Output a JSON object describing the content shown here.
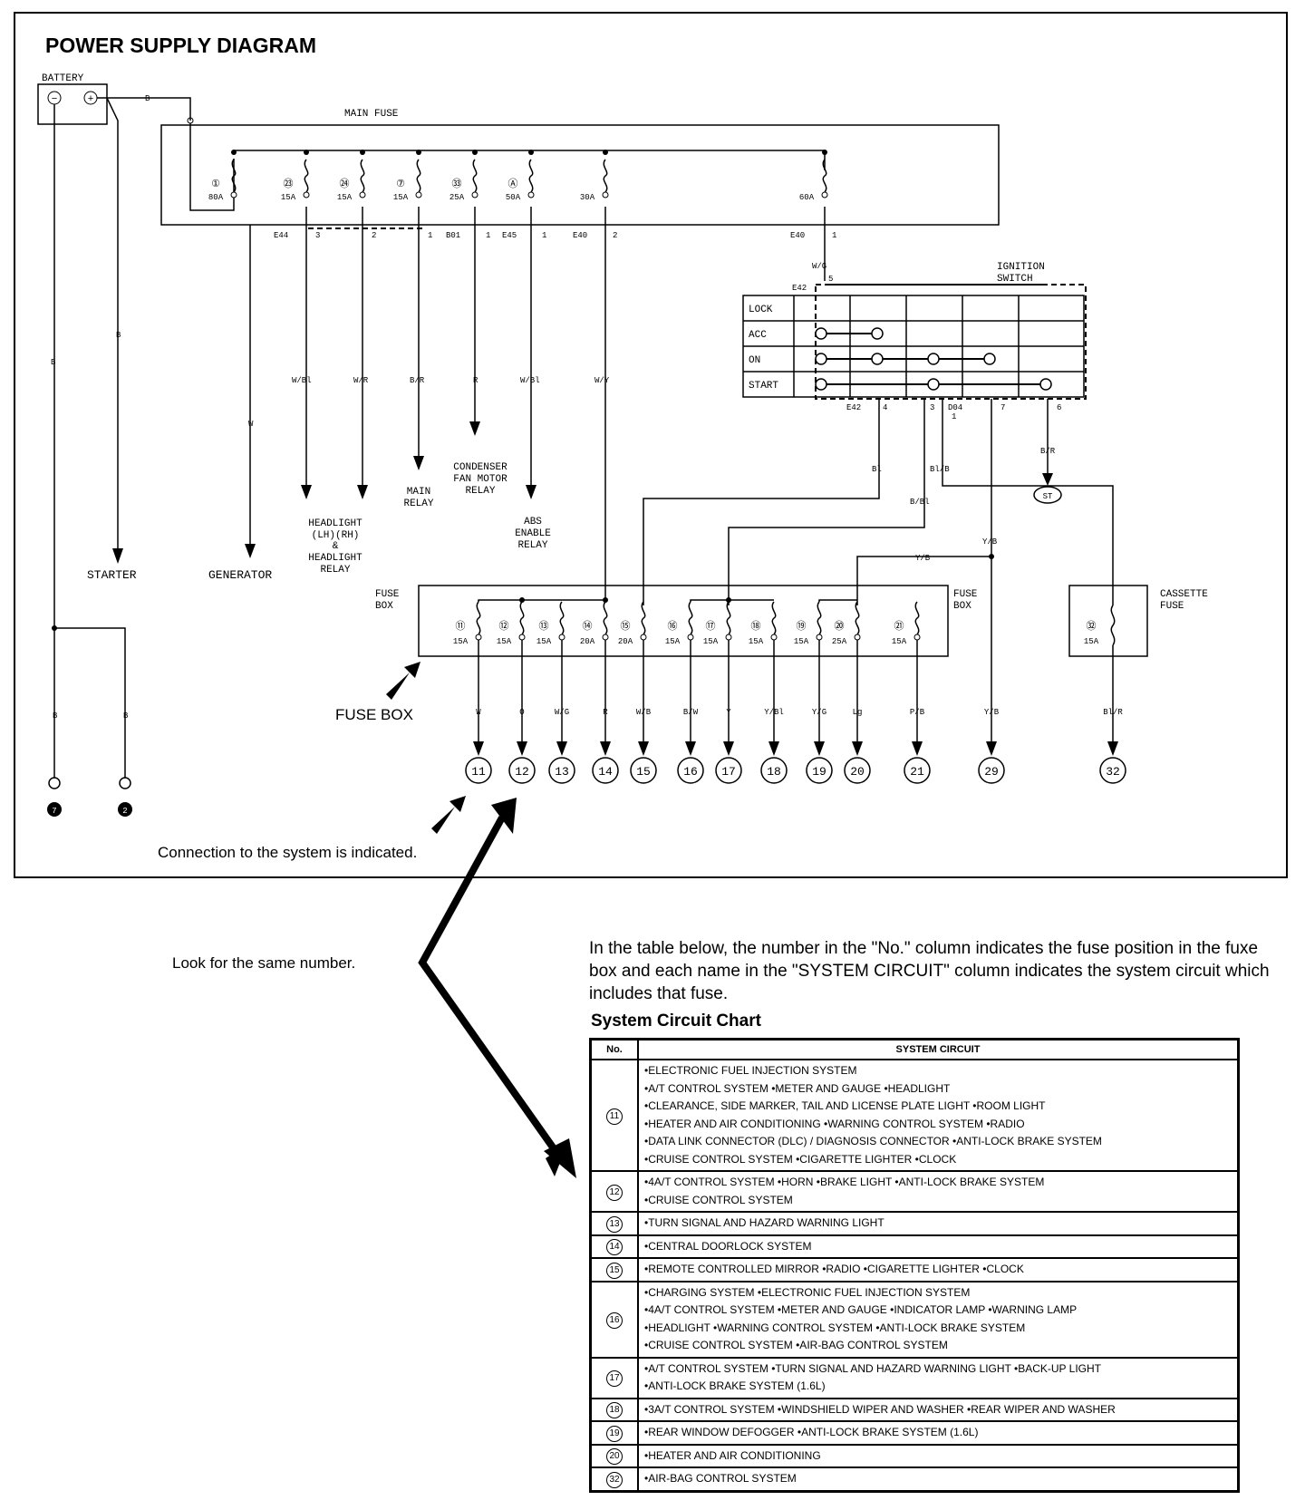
{
  "title": "POWER SUPPLY DIAGRAM",
  "battery": {
    "label": "BATTERY",
    "neg": "−",
    "pos": "+"
  },
  "main_fuse": {
    "label": "MAIN FUSE",
    "fuses": [
      {
        "num": "①",
        "rating": "80A"
      },
      {
        "num": "㉓",
        "rating": "15A"
      },
      {
        "num": "㉔",
        "rating": "15A"
      },
      {
        "num": "⑦",
        "rating": "15A"
      },
      {
        "num": "㉝",
        "rating": "25A"
      },
      {
        "num": "Ⓐ",
        "rating": "50A"
      },
      {
        "num": "",
        "rating": "30A"
      },
      {
        "num": "",
        "rating": "60A"
      }
    ],
    "connectors": [
      "E44",
      "3",
      "2",
      "1",
      "B01",
      "1",
      "E45",
      "1",
      "E40",
      "2",
      "E40",
      "1"
    ]
  },
  "wires": {
    "battery_pos": "B",
    "starter": "B",
    "ground": "B",
    "generator": "W",
    "headlight_lh": "W/Bl",
    "headlight_rh": "W/R",
    "main_relay": "B/R",
    "condenser": "R",
    "abs": "W/Bl",
    "fuse_feed": "W/Y",
    "ignition_feed": "W/G",
    "bl": "Bl",
    "bl_b": "Bl/B",
    "b_bl": "B/Bl",
    "y_b_top": "Y/B",
    "y_b_mid": "Y/B",
    "b_r": "B/R"
  },
  "ignition": {
    "label_line1": "IGNITION",
    "label_line2": "SWITCH",
    "rows": [
      "LOCK",
      "ACC",
      "ON",
      "START"
    ],
    "connectors": [
      "E42",
      "5",
      "E42",
      "4",
      "3",
      "D04",
      "1",
      "7",
      "6"
    ]
  },
  "loads": {
    "starter": "STARTER",
    "generator": "GENERATOR",
    "headlight": [
      "HEADLIGHT",
      "(LH)(RH)",
      "&",
      "HEADLIGHT",
      "RELAY"
    ],
    "main_relay": [
      "MAIN",
      "RELAY"
    ],
    "condenser": [
      "CONDENSER",
      "FAN MOTOR",
      "RELAY"
    ],
    "abs": [
      "ABS",
      "ENABLE",
      "RELAY"
    ],
    "st": "ST"
  },
  "fuse_box": {
    "label_left": [
      "FUSE",
      "BOX"
    ],
    "label_right": [
      "FUSE",
      "BOX"
    ],
    "fuses": [
      {
        "num": "⑪",
        "rating": "15A"
      },
      {
        "num": "⑫",
        "rating": "15A"
      },
      {
        "num": "⑬",
        "rating": "15A"
      },
      {
        "num": "⑭",
        "rating": "20A"
      },
      {
        "num": "⑮",
        "rating": "20A"
      },
      {
        "num": "⑯",
        "rating": "15A"
      },
      {
        "num": "⑰",
        "rating": "15A"
      },
      {
        "num": "⑱",
        "rating": "15A"
      },
      {
        "num": "⑲",
        "rating": "15A"
      },
      {
        "num": "⑳",
        "rating": "25A"
      },
      {
        "num": "㉑",
        "rating": "15A"
      }
    ],
    "outputs": [
      {
        "wire": "W",
        "num": "11"
      },
      {
        "wire": "O",
        "num": "12"
      },
      {
        "wire": "W/G",
        "num": "13"
      },
      {
        "wire": "R",
        "num": "14"
      },
      {
        "wire": "W/B",
        "num": "15"
      },
      {
        "wire": "B/W",
        "num": "16"
      },
      {
        "wire": "Y",
        "num": "17"
      },
      {
        "wire": "Y/Bl",
        "num": "18"
      },
      {
        "wire": "Y/G",
        "num": "19"
      },
      {
        "wire": "Lg",
        "num": "20"
      },
      {
        "wire": "P/B",
        "num": "21"
      },
      {
        "wire": "Y/B",
        "num": "29"
      },
      {
        "wire": "Bl/R",
        "num": "32"
      }
    ]
  },
  "cassette": {
    "label": [
      "CASSETTE",
      "FUSE"
    ],
    "num": "㉜",
    "rating": "15A"
  },
  "grounds": [
    "7",
    "2"
  ],
  "annotations": {
    "fuse_box": "FUSE BOX",
    "connection": "Connection to the system is indicated.",
    "look": "Look for the same number."
  },
  "intro": "In the table below, the number in the \"No.\" column indicates the fuse position in the fuxe box and each name in the \"SYSTEM CIRCUIT\" column indicates the system circuit which includes that fuse.",
  "chart": {
    "title": "System Circuit Chart",
    "headers": [
      "No.",
      "SYSTEM CIRCUIT"
    ],
    "rows": [
      {
        "no": "11",
        "lines": [
          "•ELECTRONIC FUEL INJECTION SYSTEM",
          "•A/T CONTROL SYSTEM •METER AND GAUGE •HEADLIGHT",
          "•CLEARANCE, SIDE MARKER, TAIL AND LICENSE PLATE LIGHT •ROOM LIGHT",
          "•HEATER AND AIR CONDITIONING •WARNING CONTROL SYSTEM •RADIO",
          "•DATA LINK CONNECTOR (DLC) / DIAGNOSIS CONNECTOR •ANTI-LOCK BRAKE SYSTEM",
          "•CRUISE CONTROL SYSTEM •CIGARETTE LIGHTER •CLOCK"
        ]
      },
      {
        "no": "12",
        "lines": [
          "•4A/T CONTROL SYSTEM •HORN •BRAKE LIGHT •ANTI-LOCK BRAKE SYSTEM",
          "•CRUISE CONTROL SYSTEM"
        ]
      },
      {
        "no": "13",
        "lines": [
          "•TURN SIGNAL AND HAZARD WARNING LIGHT"
        ]
      },
      {
        "no": "14",
        "lines": [
          "•CENTRAL DOORLOCK SYSTEM"
        ]
      },
      {
        "no": "15",
        "lines": [
          "•REMOTE CONTROLLED MIRROR •RADIO •CIGARETTE LIGHTER •CLOCK"
        ]
      },
      {
        "no": "16",
        "lines": [
          "•CHARGING SYSTEM •ELECTRONIC FUEL INJECTION SYSTEM",
          "•4A/T CONTROL SYSTEM •METER AND GAUGE •INDICATOR LAMP •WARNING LAMP",
          "•HEADLIGHT •WARNING CONTROL SYSTEM •ANTI-LOCK BRAKE SYSTEM",
          "•CRUISE CONTROL SYSTEM •AIR-BAG CONTROL SYSTEM"
        ]
      },
      {
        "no": "17",
        "lines": [
          "•A/T CONTROL SYSTEM •TURN SIGNAL AND HAZARD WARNING LIGHT •BACK-UP LIGHT",
          "•ANTI-LOCK BRAKE SYSTEM (1.6L)"
        ]
      },
      {
        "no": "18",
        "lines": [
          "•3A/T CONTROL SYSTEM •WINDSHIELD WIPER AND WASHER •REAR WIPER AND WASHER"
        ]
      },
      {
        "no": "19",
        "lines": [
          "•REAR WINDOW DEFOGGER •ANTI-LOCK BRAKE SYSTEM (1.6L)"
        ]
      },
      {
        "no": "20",
        "lines": [
          "•HEATER AND AIR CONDITIONING"
        ]
      },
      {
        "no": "32",
        "lines": [
          "•AIR-BAG CONTROL SYSTEM"
        ]
      }
    ]
  }
}
